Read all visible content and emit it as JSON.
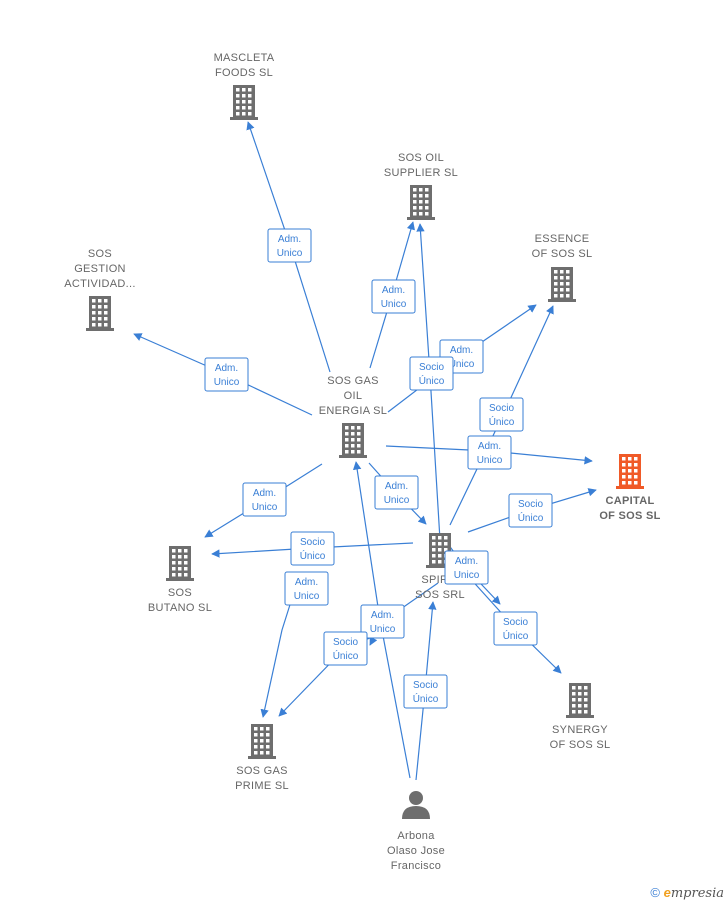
{
  "colors": {
    "edge": "#3a7fd5",
    "building": "#6e6e6e",
    "highlight": "#f05a28",
    "person": "#6e6e6e"
  },
  "nodes": [
    {
      "id": "mascleta",
      "kind": "company",
      "icon": "building-icon",
      "lines": [
        "MASCLETA",
        "FOODS  SL"
      ]
    },
    {
      "id": "sosoil",
      "kind": "company",
      "icon": "building-icon",
      "lines": [
        "SOS OIL",
        "SUPPLIER  SL"
      ]
    },
    {
      "id": "sosgestion",
      "kind": "company",
      "icon": "building-icon",
      "lines": [
        "SOS",
        "GESTION",
        "ACTIVIDAD..."
      ]
    },
    {
      "id": "essence",
      "kind": "company",
      "icon": "building-icon",
      "lines": [
        "ESSENCE",
        "OF SOS  SL"
      ]
    },
    {
      "id": "sosgas",
      "kind": "company",
      "icon": "building-icon",
      "lines": [
        "SOS GAS",
        "OIL",
        "ENERGIA SL"
      ]
    },
    {
      "id": "capital",
      "kind": "company-highlight",
      "icon": "building-icon",
      "lines": [
        "CAPITAL",
        "OF SOS  SL"
      ]
    },
    {
      "id": "sosbutano",
      "kind": "company",
      "icon": "building-icon",
      "lines": [
        "SOS",
        "BUTANO  SL"
      ]
    },
    {
      "id": "spirit",
      "kind": "company",
      "icon": "building-icon",
      "lines": [
        "SPIRIT",
        "SOS SRL"
      ]
    },
    {
      "id": "synergy",
      "kind": "company",
      "icon": "building-icon",
      "lines": [
        "SYNERGY",
        "OF SOS  SL"
      ]
    },
    {
      "id": "sosgasprime",
      "kind": "company",
      "icon": "building-icon",
      "lines": [
        "SOS GAS",
        "PRIME  SL"
      ]
    },
    {
      "id": "arbona",
      "kind": "person",
      "icon": "person-icon",
      "lines": [
        "Arbona",
        "Olaso Jose",
        "Francisco"
      ]
    }
  ],
  "edges": [
    {
      "id": "e1",
      "lines": [
        "Adm.",
        "Unico"
      ]
    },
    {
      "id": "e2",
      "lines": [
        "Adm.",
        "Unico"
      ]
    },
    {
      "id": "e3",
      "lines": [
        "Adm.",
        "Unico"
      ]
    },
    {
      "id": "e4",
      "lines": [
        "Adm.",
        "Unico"
      ]
    },
    {
      "id": "e5",
      "lines": [
        "Socio",
        "Único"
      ]
    },
    {
      "id": "e6",
      "lines": [
        "Socio",
        "Único"
      ]
    },
    {
      "id": "e7",
      "lines": [
        "Adm.",
        "Unico"
      ]
    },
    {
      "id": "e8",
      "lines": [
        "Adm.",
        "Unico"
      ]
    },
    {
      "id": "e9",
      "lines": [
        "Socio",
        "Único"
      ]
    },
    {
      "id": "e10",
      "lines": [
        "Adm.",
        "Unico"
      ]
    },
    {
      "id": "e11",
      "lines": [
        "Socio",
        "Único"
      ]
    },
    {
      "id": "e12",
      "lines": [
        "Adm.",
        "Unico"
      ]
    },
    {
      "id": "e13",
      "lines": [
        "Adm.",
        "Unico"
      ]
    },
    {
      "id": "e14",
      "lines": [
        "Socio",
        "Único"
      ]
    },
    {
      "id": "e15",
      "lines": [
        "Adm.",
        "Unico"
      ]
    },
    {
      "id": "e16",
      "lines": [
        "Socio",
        "Único"
      ]
    },
    {
      "id": "e17",
      "lines": [
        "Socio",
        "Único"
      ]
    }
  ],
  "footer": {
    "copyright": "©",
    "brand_initial": "e",
    "brand_rest": "mpresia"
  }
}
